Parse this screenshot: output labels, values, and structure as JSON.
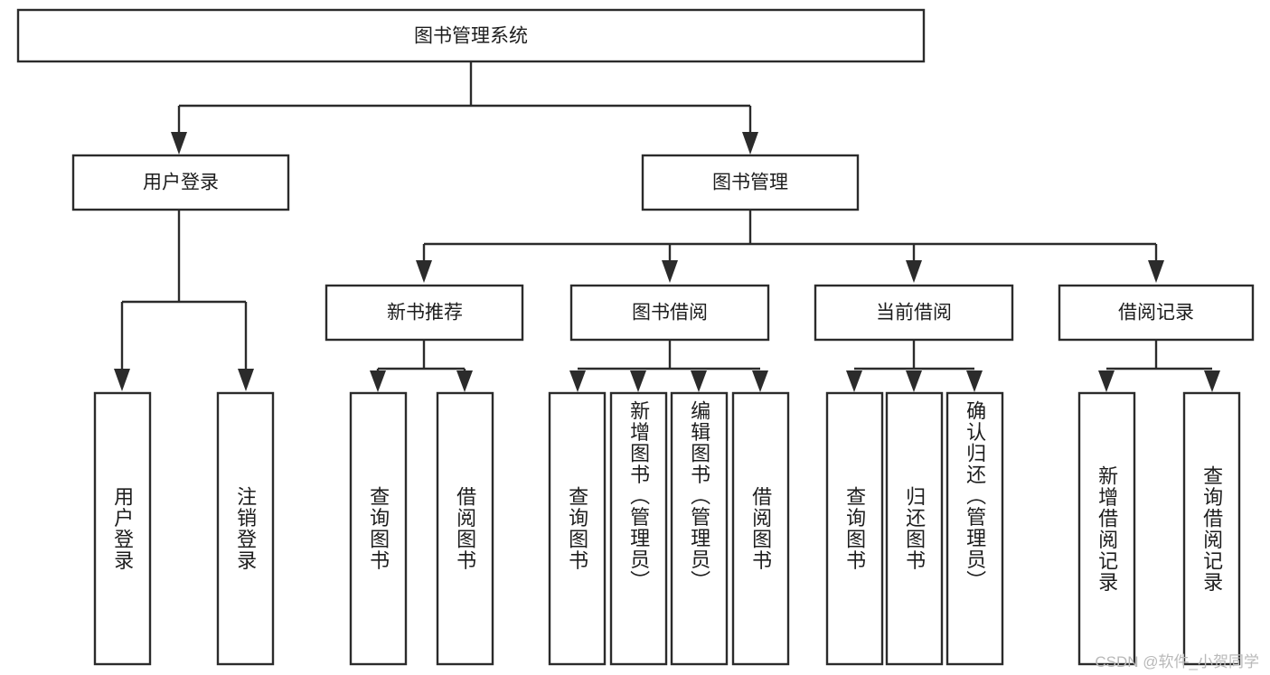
{
  "diagram": {
    "type": "tree",
    "title": "图书管理系统",
    "root": {
      "label": "图书管理系统"
    },
    "level1": [
      {
        "label": "用户登录"
      },
      {
        "label": "图书管理"
      }
    ],
    "level2": [
      {
        "label": "新书推荐"
      },
      {
        "label": "图书借阅"
      },
      {
        "label": "当前借阅"
      },
      {
        "label": "借阅记录"
      }
    ],
    "leaves": {
      "user_login": [
        {
          "label": "用户登录"
        },
        {
          "label": "注销登录"
        }
      ],
      "new_book_recommend": [
        {
          "label": "查询图书"
        },
        {
          "label": "借阅图书"
        }
      ],
      "book_borrow": [
        {
          "label": "查询图书"
        },
        {
          "label": "新增图书（管理员）"
        },
        {
          "label": "编辑图书（管理员）"
        },
        {
          "label": "借阅图书"
        }
      ],
      "current_borrow": [
        {
          "label": "查询图书"
        },
        {
          "label": "归还图书"
        },
        {
          "label": "确认归还（管理员）"
        }
      ],
      "borrow_record": [
        {
          "label": "新增借阅记录"
        },
        {
          "label": "查询借阅记录"
        }
      ]
    },
    "watermark": "CSDN @软件_小贺同学",
    "colors": {
      "stroke": "#2b2b2b",
      "fill": "#ffffff",
      "text": "#1d1d1d",
      "watermark": "#b9b9b9"
    }
  }
}
